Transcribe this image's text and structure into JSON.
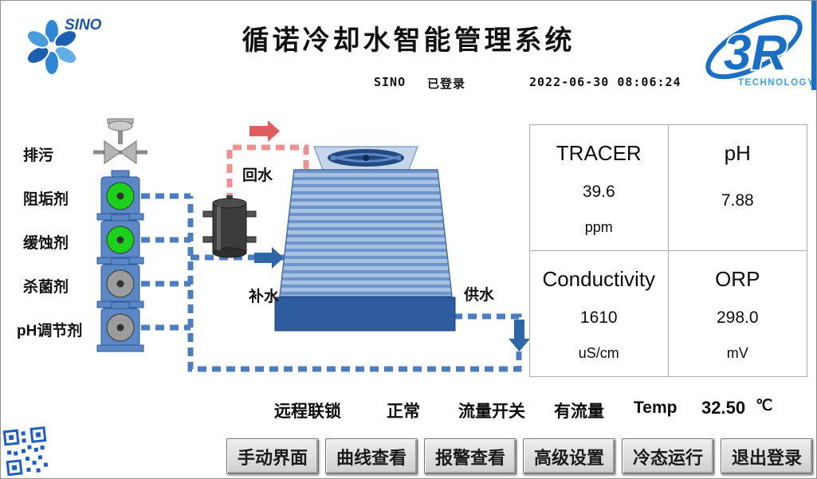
{
  "header": {
    "title": "循诺冷却水智能管理系统",
    "logo_text": "SINO",
    "brand_text": "3R",
    "brand_sub": "TECHNOLOGY",
    "user": "SINO",
    "login_status": "已登录",
    "datetime": "2022-06-30 08:06:24"
  },
  "dosing": {
    "blowdown_label": "排污",
    "pumps": [
      {
        "label": "阻垢剂",
        "state": "on"
      },
      {
        "label": "缓蚀剂",
        "state": "on"
      },
      {
        "label": "杀菌剂",
        "state": "off"
      },
      {
        "label": "pH调节剂",
        "state": "off"
      }
    ],
    "pump_on_color": "#1bd11b",
    "pump_off_color": "#9c9c9c"
  },
  "diagram": {
    "return_water_label": "回水",
    "makeup_water_label": "补水",
    "supply_water_label": "供水"
  },
  "readings": [
    {
      "name": "TRACER",
      "value": "39.6",
      "unit": "ppm"
    },
    {
      "name": "pH",
      "value": "7.88",
      "unit": ""
    },
    {
      "name": "Conductivity",
      "value": "1610",
      "unit": "uS/cm"
    },
    {
      "name": "ORP",
      "value": "298.0",
      "unit": "mV"
    }
  ],
  "status_bar": {
    "interlock_label": "远程联锁",
    "interlock_value": "正常",
    "flow_label": "流量开关",
    "flow_value": "有流量",
    "temp_label": "Temp",
    "temp_value": "32.50",
    "temp_unit": "℃"
  },
  "buttons": [
    {
      "label": "手动界面"
    },
    {
      "label": "曲线查看"
    },
    {
      "label": "报警查看"
    },
    {
      "label": "高级设置"
    },
    {
      "label": "冷态运行"
    },
    {
      "label": "退出登录"
    }
  ],
  "colors": {
    "brand_blue": "#1a6fc4",
    "pipe_blue": "#4c7dc0",
    "pipe_hot": "#ec9191",
    "tower_basin": "#2e5c9e"
  }
}
